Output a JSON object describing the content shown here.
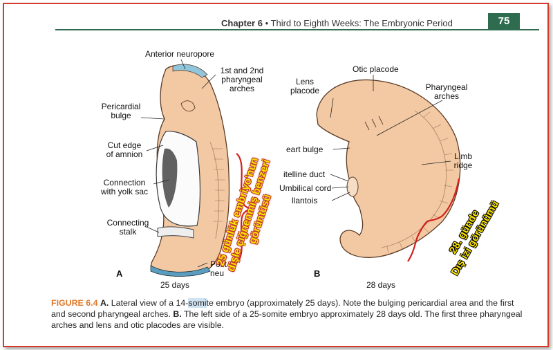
{
  "header": {
    "chapter": "Chapter 6",
    "separator": "•",
    "title": "Third to Eighth Weeks: The Embryonic Period",
    "page_number": "75"
  },
  "figure_a": {
    "panel": "A",
    "age": "25 days",
    "labels": {
      "anterior_neuropore": "Anterior neuropore",
      "arches_l1": "1st and 2nd",
      "arches_l2": "pharyngeal",
      "arches_l3": "arches",
      "pericardial_l1": "Pericardial",
      "pericardial_l2": "bulge",
      "cut_edge_l1": "Cut edge",
      "cut_edge_l2": "of amnion",
      "connection_l1": "Connection",
      "connection_l2": "with yolk sac",
      "stalk_l1": "Connecting",
      "stalk_l2": "stalk",
      "posterior_l1": "Post",
      "posterior_l2": "neu"
    }
  },
  "figure_b": {
    "panel": "B",
    "age": "28 days",
    "labels": {
      "otic": "Otic placode",
      "lens_l1": "Lens",
      "lens_l2": "placode",
      "pharyngeal_l1": "Pharyngeal",
      "pharyngeal_l2": "arches",
      "heart": "eart bulge",
      "vitelline": "itelline duct",
      "umbilical": "Umbilical cord",
      "allantois": "llantois",
      "limb_l1": "Limb",
      "limb_l2": "ridge"
    }
  },
  "overlays": {
    "a_l1": "25 günlük embriyo'nun",
    "a_l2": "dişle çiğnenmiş benzeri",
    "a_l3": "görüntüsü",
    "b_l1": "28. günde",
    "b_l2": "Dış izi görünümü"
  },
  "caption": {
    "figure_label": "FIGURE 6.4",
    "a_marker": "A.",
    "a_text_before": " Lateral view of a 14-",
    "a_highlight": "somi",
    "a_text_after": "te embryo (approximately 25 days). Note the bulging pericardial area and the first and second pharyngeal arches. ",
    "b_marker": "B.",
    "b_text": " The left side of a 25-somite embryo approximately 28 days old. The first three pharyngeal arches and lens and otic placodes are visible."
  },
  "colors": {
    "accent_green": "#2f6b4f",
    "frame_red": "#d43a2a",
    "figure_orange": "#e0792b",
    "embryo_skin": "#f3c9a4",
    "neuropore_blue": "#8fc6dc",
    "overlay_yellow": "#ffe600",
    "bracket_red": "#d0201c"
  }
}
